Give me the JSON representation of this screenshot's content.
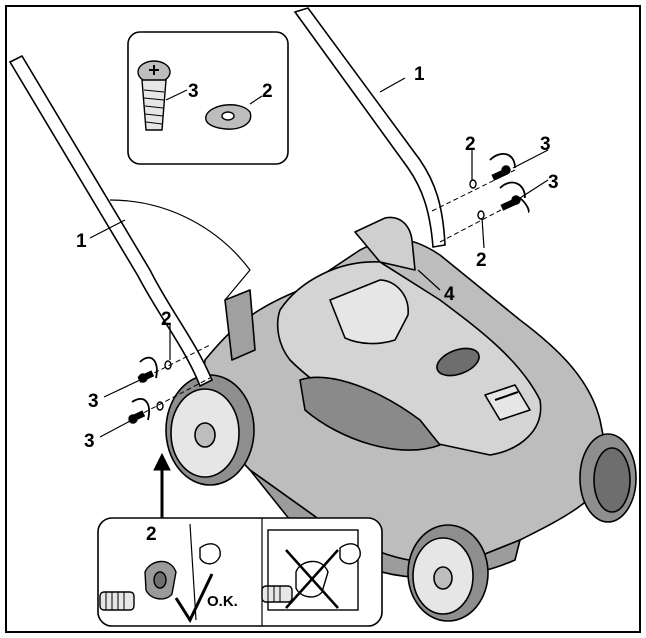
{
  "callouts": {
    "handle": "1",
    "washer": "2",
    "screw": "3",
    "mounting": "4"
  },
  "ok_label": "O.K.",
  "colors": {
    "ink": "#000000",
    "body_fill": "#bdbdbd",
    "dark_fill": "#6e6e6e",
    "light_fill": "#e6e6e6",
    "washer_fill": "#9a9a9a",
    "paper": "#ffffff"
  }
}
